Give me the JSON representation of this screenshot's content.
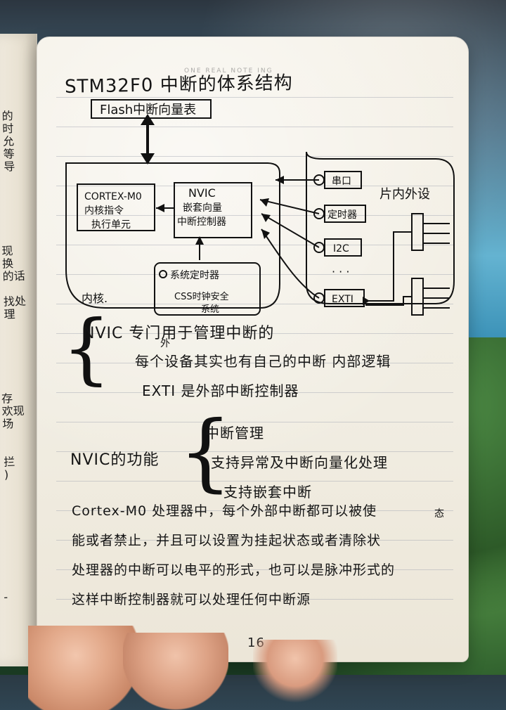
{
  "header": {
    "brand_watermark": "ONE REAL NOTE ING"
  },
  "page": {
    "title": "STM32F0 中断的体系结构",
    "page_number": "16"
  },
  "diagram": {
    "flash_vector_table": "Flash中断向量表",
    "cortex_core_line1": "CORTEX-M0",
    "cortex_core_line2": "内核指令",
    "cortex_core_line3": "执行单元",
    "nvic_line1": "NVIC",
    "nvic_line2": "嵌套向量",
    "nvic_line3": "中断控制器",
    "systick_line1": "系统定时器",
    "css_line1": "CSS时钟安全",
    "css_line2": "系统",
    "core_label": "内核.",
    "peripherals_title": "片内外设",
    "serial": "串口",
    "timer": "定时器",
    "i2c": "I2C",
    "dots": "· · ·",
    "exti": "EXTI"
  },
  "notes1": {
    "line1": "NVIC 专门用于管理中断的",
    "line2": "每个设备其实也有自己的中断 内部逻辑",
    "line2_insert": "外",
    "line3": "EXTI 是外部中断控制器"
  },
  "notes2": {
    "label": "NVIC的功能",
    "item1": "中断管理",
    "item2": "支持异常及中断向量化处理",
    "item3": "支持嵌套中断"
  },
  "paragraph": {
    "l1": "Cortex-M0 处理器中，每个外部中断都可以被使",
    "l1_end": "态",
    "l2": "能或者禁止，并且可以设置为挂起状态或者清除状",
    "l3": "处理器的中断可以电平的形式，也可以是脉冲形式的",
    "l4": "这样中断控制器就可以处理任何中断源"
  },
  "left_margin": {
    "top": "的\n时\n允\n等\n导",
    "mid": "现\n换\n的话\n\n找处\n理",
    "low": "存\n欢现\n场\n\n\n拦\n)",
    "lower": "\n\n\n\n-"
  }
}
